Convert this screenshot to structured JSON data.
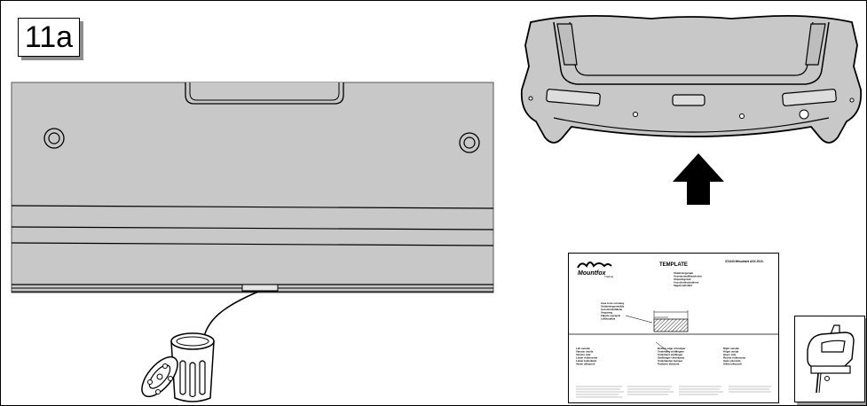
{
  "step": {
    "label": "11a"
  },
  "template": {
    "logo": "Mountfox",
    "logo_sub": "Trading",
    "title": "TEMPLATE",
    "model": "374343 Mitsubishi ASX 2010-",
    "lines": [
      "Utskärningsmall",
      "Asennusmallikaavioista",
      "Utsparingsmal",
      "Ausschnittschablone",
      "Sagehsnittsbild"
    ],
    "cut_label": [
      "Area to be cut away",
      "Utskärningsområde",
      "Ausschnittsfläche",
      "Utsparing",
      "Zdjęcie wycięcia",
      "Leikkuualue"
    ],
    "bottom_edge": [
      "Bottom edge of bumper",
      "Underkant stötfångare",
      "Underkant støtfanger",
      "Stoßfänger Unterkante",
      "Underkanten bumper",
      "Puskurin alareuna"
    ],
    "left_outside": [
      "Left outside",
      "Vänster utsida",
      "Venstre side",
      "Linker Außenseite",
      "Linker buitenkant",
      "Vasen ulkopuoli"
    ],
    "right_outside": [
      "Right outside",
      "Höger utsida",
      "Høyre side",
      "Rechte Außenseite",
      "Højre yderside",
      "Oikea ulkopuoli"
    ]
  },
  "icons": {
    "bumper": "rear-bumper-icon",
    "arrow": "arrow-up-icon",
    "trash": "trash-bin-icon",
    "cap": "cover-cap-icon",
    "jigsaw": "jigsaw-icon"
  }
}
